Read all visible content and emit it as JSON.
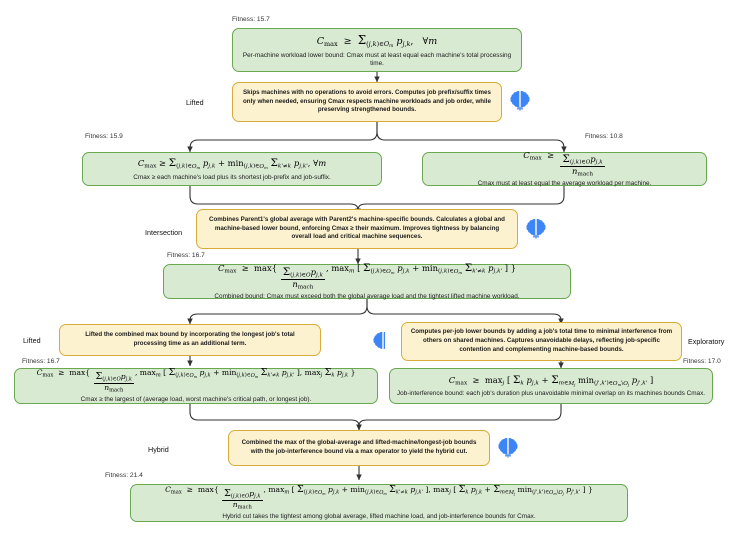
{
  "meta": {
    "title": "Lower-bound evolution tree for Cmax (job-shop scheduling)",
    "colors": {
      "formula_fill": "#d9ead3",
      "formula_border": "#6aa84f",
      "reason_fill": "#fdf2d0",
      "reason_border": "#d8ac3a",
      "connector": "#333333",
      "brain_icon": "#3d85f7",
      "background": "#ffffff"
    }
  },
  "nodes": {
    "root": {
      "fitness_label": "Fitness: 15.7",
      "formula_text": "C_max  ≥  Σ_{(j,k)∈O_m} p_{j,k},   ∀m",
      "description": "Per-machine workload lower bound: Cmax must at least equal each machine's total processing time."
    },
    "lifted_1": {
      "operator_label": "Lifted",
      "text": "Skips machines with no operations to avoid errors. Computes job prefix/suffix times only when needed, ensuring Cmax respects machine workloads and job order, while preserving strengthened bounds.",
      "icon": "brain-icon"
    },
    "left_2": {
      "fitness_label": "Fitness: 15.9",
      "formula_text": "C_max ≥ Σ_{(j,k)∈O_m} p_{j,k} + min_{(j,k)∈O_m} Σ_{k'≠k} p_{j,k'},  ∀m",
      "description": "Cmax ≥ each machine's load plus its shortest job-prefix and job-suffix."
    },
    "right_2": {
      "fitness_label": "Fitness: 10.8",
      "formula_text": "C_max  ≥  ( Σ_{(j,k)∈O} p_{j,k} ) / n_mach",
      "description": "Cmax must at least equal the average workload per machine."
    },
    "intersection": {
      "operator_label": "Intersection",
      "text": "Combines Parent1's global average with Parent2's machine-specific bounds. Calculates a global and machine-based lower bound, enforcing Cmax ≥ their maximum. Improves tightness by balancing overall load and critical machine sequences.",
      "icon": "brain-icon"
    },
    "combined": {
      "fitness_label": "Fitness: 16.7",
      "formula_text": "C_max  ≥  max{ (Σ_{(j,k)∈O} p_{j,k})/n_mach ,  max_m [ Σ_{(j,k)∈O_m} p_{j,k} + min_{(j,k)∈O_m} Σ_{k'≠k} p_{j,k'} ] }",
      "description": "Combined bound: Cmax must exceed both the global average load and the tightest lifted machine workload."
    },
    "lifted_2": {
      "operator_label": "Lifted",
      "text": "Lifted the combined max bound by incorporating the longest job's total processing time as an additional term.",
      "icon": "none"
    },
    "exploratory": {
      "operator_label": "Exploratory",
      "text": "Computes per-job lower bounds by adding a job's total time to minimal interference from others on shared machines. Captures unavoidable delays, reflecting job-specific contention and complementing machine-based bounds.",
      "icon": "none"
    },
    "left_4": {
      "fitness_label": "Fitness: 16.7",
      "formula_text": "C_max  ≥  max{ (Σ_{(j,k)∈O} p_{j,k})/n_mach ,  max_m [ Σ_{(j,k)∈O_m} p_{j,k} + min_{(j,k)∈O_m} Σ_{k'≠k} p_{j,k'} ] ,  max_j Σ_k p_{j,k} }",
      "description": "Cmax ≥ the largest of (average load, worst machine's critical path, or longest job)."
    },
    "right_4": {
      "fitness_label": "Fitness: 17.0",
      "formula_text": "C_max  ≥  max_j [ Σ_k p_{j,k} + Σ_{m∈M_j} min_{(j',k')∈O_m \\ O_j} p_{j',k'} ]",
      "description": "Job-interference bound: each job's duration plus unavoidable minimal overlap on its machines bounds Cmax."
    },
    "hybrid": {
      "operator_label": "Hybrid",
      "text": "Combined the max of the global-average and lifted-machine/longest-job bounds with the job-interference bound via a max operator to yield the hybrid cut.",
      "icon": "brain-icon"
    },
    "final": {
      "fitness_label": "Fitness: 21.4",
      "formula_text": "C_max  ≥  max{ (Σ_{(j,k)∈O} p_{j,k})/n_mach ,  max_m [ Σ_{(j,k)∈O_m} p_{j,k} + min_{(j,k)∈O_m} Σ_{k'≠k} p_{j,k'} ] ,  max_j [ Σ_k p_{j,k} + Σ_{m∈M_j} min_{(j',k')∈O_m \\ O_j} p_{j',k'} ] }",
      "description": "Hybrid cut takes the tightest among global average, lifted machine load, and job-interference bounds for Cmax."
    }
  }
}
